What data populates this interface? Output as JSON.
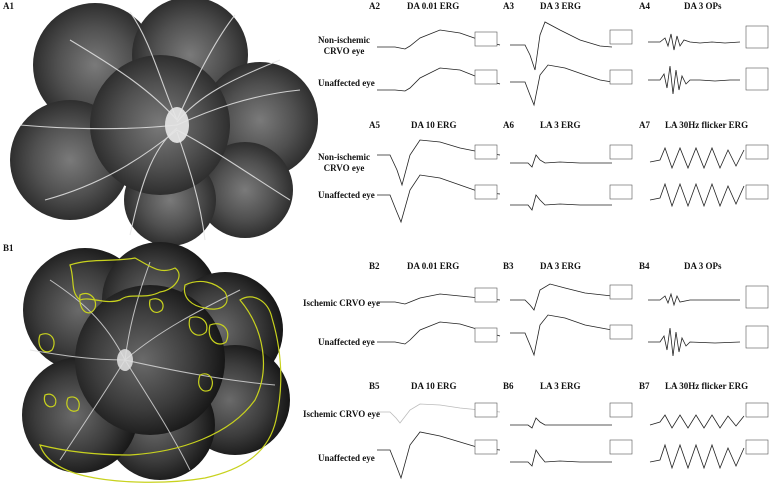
{
  "panels": {
    "A1": "A1",
    "B1": "B1",
    "A2": {
      "label": "A2",
      "title": "DA 0.01 ERG"
    },
    "A3": {
      "label": "A3",
      "title": "DA 3 ERG"
    },
    "A4": {
      "label": "A4",
      "title": "DA 3 OPs"
    },
    "A5": {
      "label": "A5",
      "title": "DA 10 ERG"
    },
    "A6": {
      "label": "A6",
      "title": "LA 3 ERG"
    },
    "A7": {
      "label": "A7",
      "title": "LA 30Hz flicker ERG"
    },
    "B2": {
      "label": "B2",
      "title": "DA 0.01 ERG"
    },
    "B3": {
      "label": "B3",
      "title": "DA 3 ERG"
    },
    "B4": {
      "label": "B4",
      "title": "DA 3 OPs"
    },
    "B5": {
      "label": "B5",
      "title": "DA 10 ERG"
    },
    "B6": {
      "label": "B6",
      "title": "LA 3 ERG"
    },
    "B7": {
      "label": "B7",
      "title": "LA 30Hz flicker ERG"
    }
  },
  "eye_labels": {
    "non_ischemic": "Non-ischemic\nCRVO eye",
    "ischemic": "Ischemic CRVO eye",
    "unaffected": "Unaffected eye"
  },
  "colors": {
    "outline": "#c8d21e",
    "trace": "#222222",
    "trace_faded": "#bbbbbb"
  }
}
